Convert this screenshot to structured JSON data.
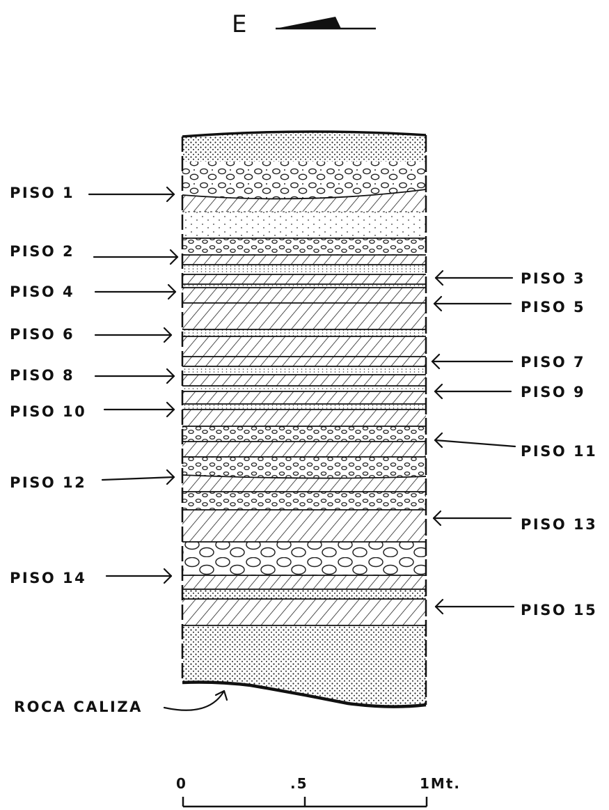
{
  "orientation": {
    "letter": "E"
  },
  "section": {
    "floors_left": [
      "PISO 1",
      "PISO 2",
      "PISO 4",
      "PISO 6",
      "PISO 8",
      "PISO 10",
      "PISO 12",
      "PISO 14"
    ],
    "floors_right": [
      "PISO 3",
      "PISO 5",
      "PISO 7",
      "PISO 9",
      "PISO 11",
      "PISO 13",
      "PISO 15"
    ],
    "bedrock_label": "ROCA CALIZA"
  },
  "scale": {
    "ticks": [
      "0",
      ".5",
      "1Mt."
    ]
  },
  "colors": {
    "ink": "#111111",
    "paper": "#ffffff",
    "fill_light": "#f3f3f3"
  }
}
